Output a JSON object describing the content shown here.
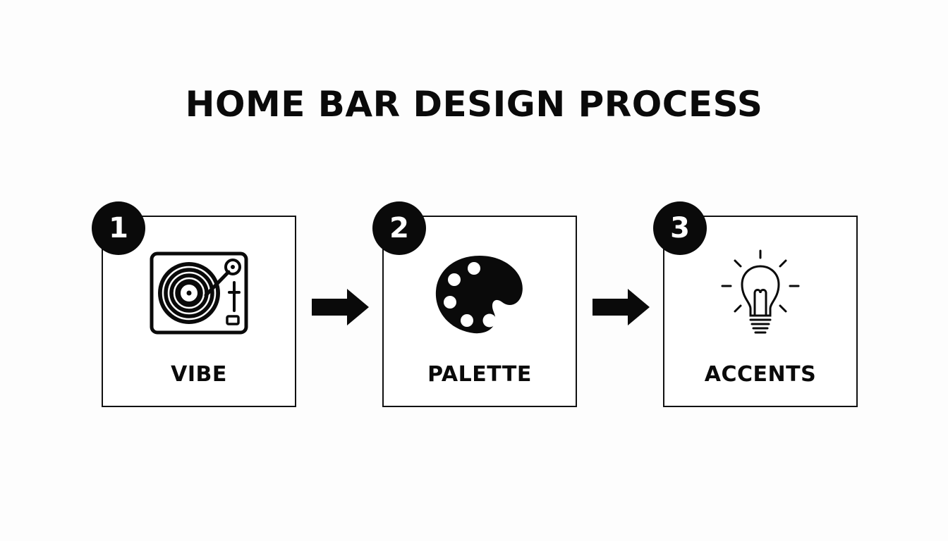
{
  "title": "HOME BAR DESIGN PROCESS",
  "steps": [
    {
      "number": "1",
      "label": "VIBE",
      "icon": "turntable-icon"
    },
    {
      "number": "2",
      "label": "PALETTE",
      "icon": "palette-icon"
    },
    {
      "number": "3",
      "label": "ACCENTS",
      "icon": "lightbulb-icon"
    }
  ],
  "colors": {
    "ink": "#0a0a0a",
    "background": "#fdfdfd"
  }
}
